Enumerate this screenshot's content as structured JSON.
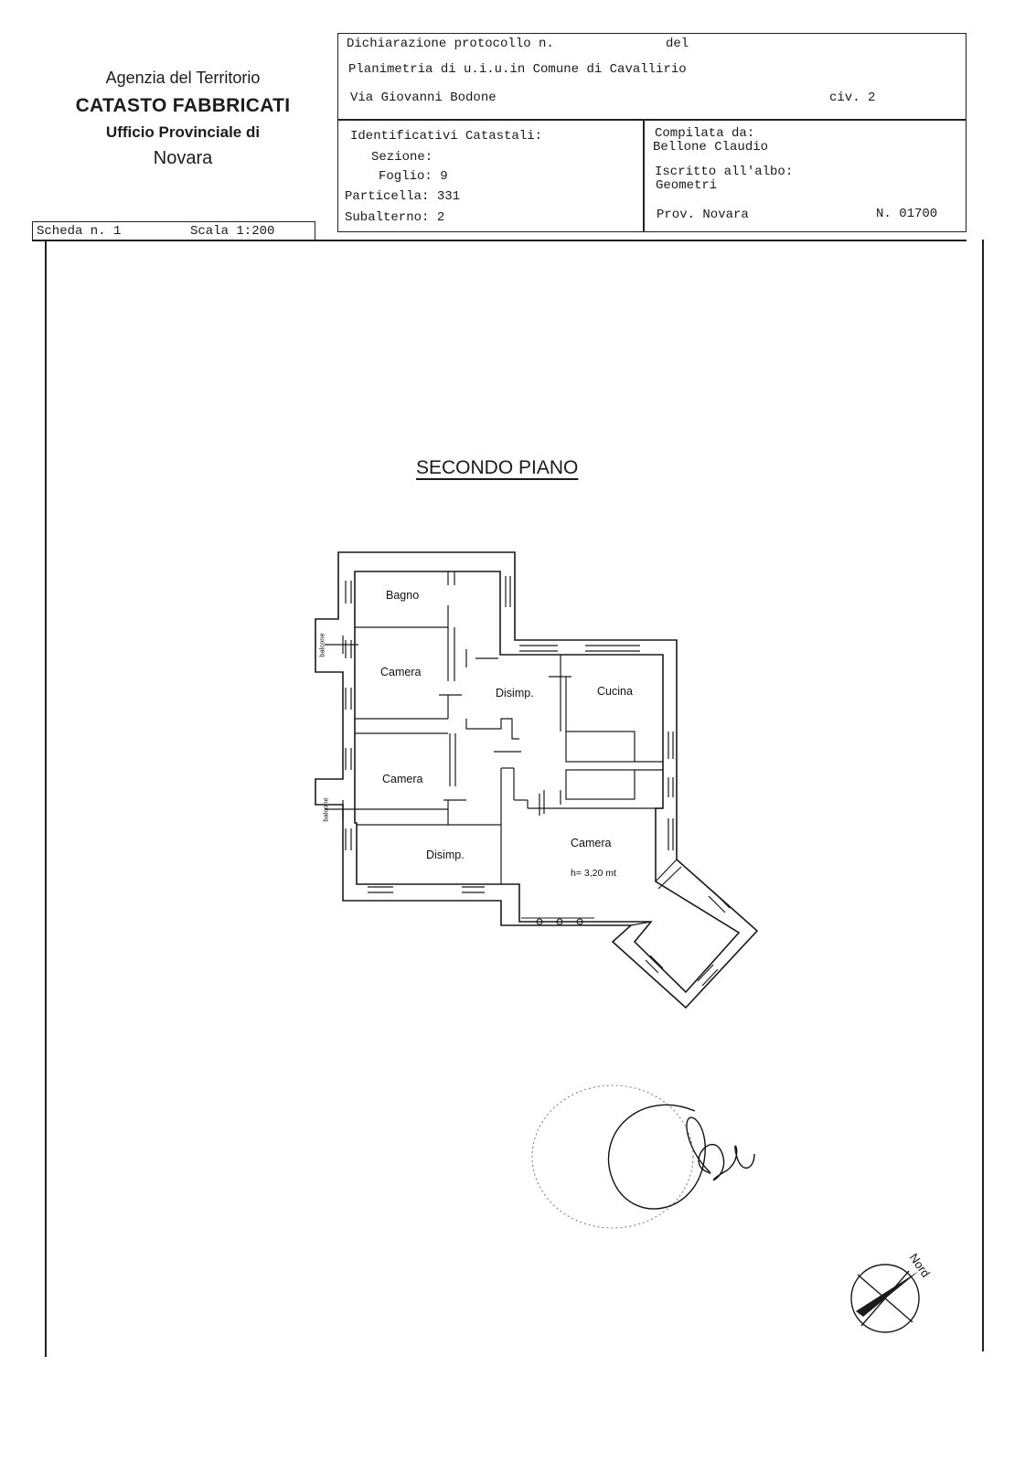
{
  "agency": {
    "line1": "Agenzia del Territorio",
    "line2": "CATASTO FABBRICATI",
    "line3": "Ufficio Provinciale di",
    "line4": "Novara"
  },
  "scheda": {
    "scheda_label": "Scheda n. 1",
    "scala_label": "Scala 1:200"
  },
  "header": {
    "protocollo_label": "Dichiarazione protocollo n.",
    "del_label": "del",
    "planimetria_label": "Planimetria di u.i.u.in Comune di Cavallirio",
    "via_label": "Via Giovanni Bodone",
    "civ_label": "civ. 2"
  },
  "identificativi": {
    "title": "Identificativi Catastali:",
    "sezione": "Sezione:",
    "foglio": "Foglio: 9",
    "particella": "Particella: 331",
    "subalterno": "Subalterno: 2"
  },
  "compilata": {
    "title": "Compilata da:",
    "name": "Bellone Claudio",
    "iscritto": "Iscritto all'albo:",
    "albo": "Geometri",
    "prov": "Prov. Novara",
    "numero": "N. 01700"
  },
  "plan": {
    "title": "SECONDO PIANO",
    "rooms": {
      "bagno": "Bagno",
      "camera1": "Camera",
      "disimp1": "Disimp.",
      "cucina": "Cucina",
      "camera2": "Camera",
      "disimp2": "Disimp.",
      "camera3": "Camera",
      "height": "h= 3,20 mt"
    },
    "balcone_top": "balcone",
    "balcone_bottom": "balcone"
  },
  "compass": {
    "label": "Nord"
  }
}
